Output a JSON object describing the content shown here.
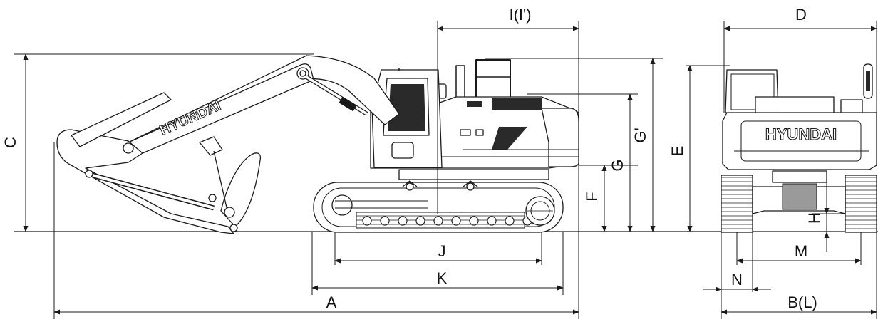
{
  "brand": "HYUNDAI",
  "dimensions": {
    "A": "A",
    "B_L": "B(L)",
    "C": "C",
    "D": "D",
    "E": "E",
    "F": "F",
    "G": "G",
    "G_prime": "G'",
    "H": "H",
    "I": "I(I')",
    "J": "J",
    "K": "K",
    "M": "M",
    "N": "N"
  },
  "colors": {
    "line": "#1a1a1a",
    "machine_fill": "#ffffff",
    "dark": "#2a2a2a",
    "gray": "#9a9a9a"
  }
}
